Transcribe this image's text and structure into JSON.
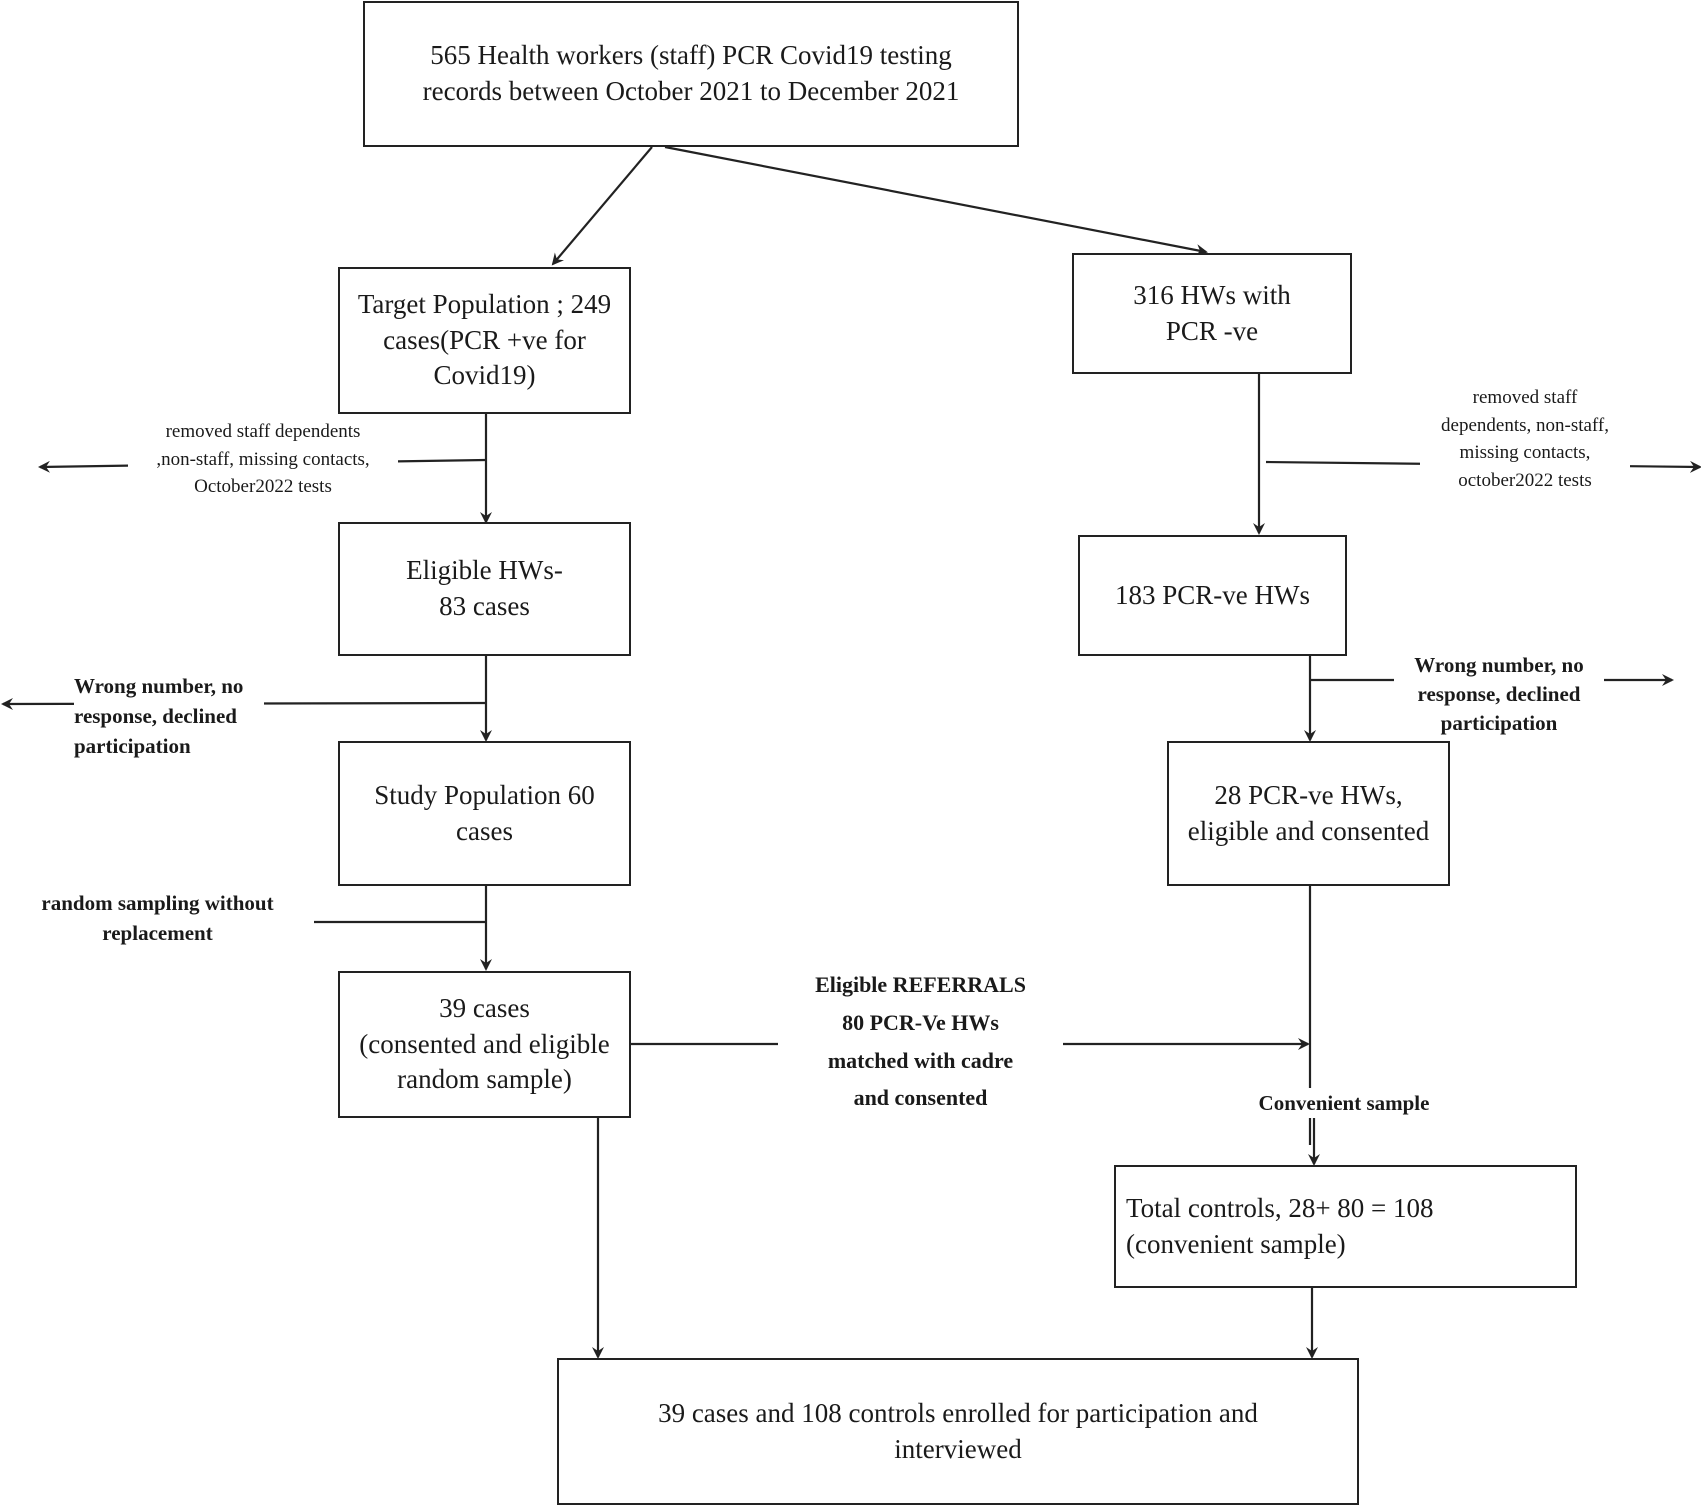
{
  "boxes": {
    "top": [
      "565 Health workers (staff) PCR Covid19 testing",
      "records  between October 2021 to December 2021"
    ],
    "target": [
      "Target Population ; 249",
      "cases(PCR +ve for",
      "Covid19)"
    ],
    "negatives": [
      "316 HWs with",
      "PCR -ve"
    ],
    "eligible": [
      "Eligible HWs-",
      "83 cases"
    ],
    "neg183": [
      "183 PCR-ve HWs"
    ],
    "study": [
      "Study Population 60",
      "cases"
    ],
    "neg28": [
      "28 PCR-ve HWs,",
      "eligible and consented"
    ],
    "cases39": [
      "39 cases",
      "(consented and eligible",
      "random sample)"
    ],
    "controls": [
      "Total controls, 28+ 80 = 108",
      "(convenient sample)"
    ],
    "final": [
      "39 cases and 108 controls enrolled for participation and",
      "interviewed"
    ]
  },
  "notes": {
    "removed_left": [
      "removed staff dependents",
      ",non-staff,  missing contacts,",
      "October2022 tests"
    ],
    "removed_right": [
      "removed staff",
      "dependents, non-staff,",
      "missing contacts,",
      "october2022 tests"
    ],
    "wrong_left": [
      "Wrong number, no",
      "response, declined",
      "participation"
    ],
    "wrong_right": [
      "Wrong number, no",
      "response, declined",
      "participation"
    ],
    "random": [
      "random sampling without",
      "replacement"
    ],
    "referrals": [
      "Eligible REFERRALS",
      "80 PCR-Ve HWs",
      "matched with cadre",
      "and consented"
    ],
    "convenient": "Convenient sample"
  }
}
